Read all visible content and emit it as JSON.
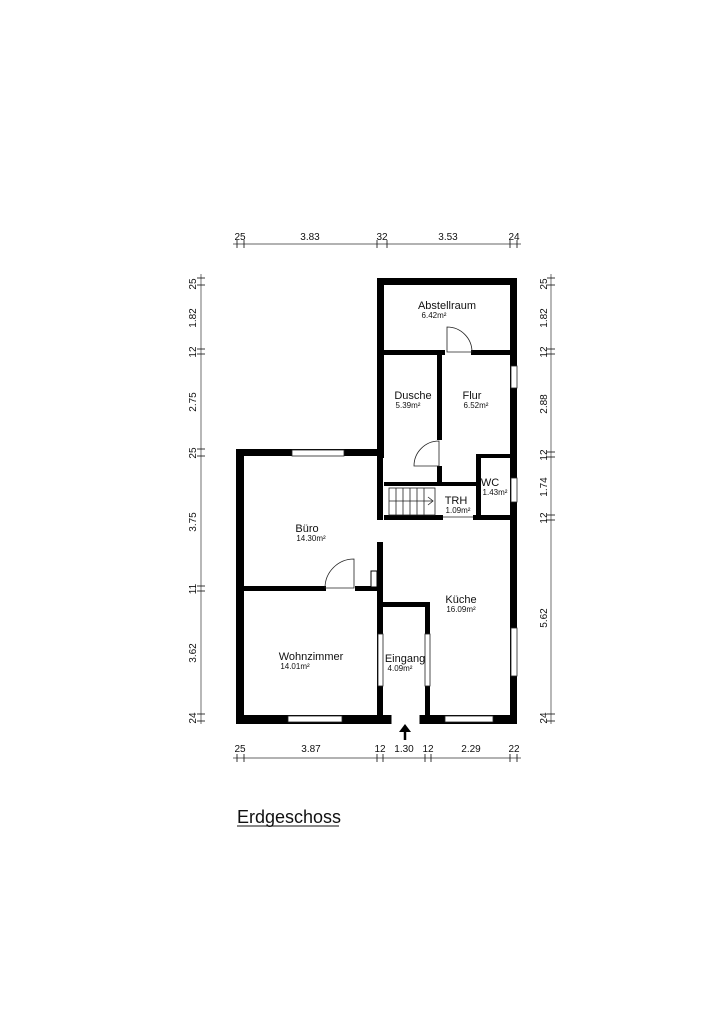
{
  "title": "Erdgeschoss",
  "rooms": [
    {
      "name": "Abstellraum",
      "area": "6.42m²"
    },
    {
      "name": "Dusche",
      "area": "5.39m²"
    },
    {
      "name": "Flur",
      "area": "6.52m²"
    },
    {
      "name": "WC",
      "area": "1.43m²"
    },
    {
      "name": "TRH",
      "area": "1.09m²"
    },
    {
      "name": "Büro",
      "area": "14.30m²"
    },
    {
      "name": "Küche",
      "area": "16.09m²"
    },
    {
      "name": "Eingang",
      "area": "4.09m²"
    },
    {
      "name": "Wohnzimmer",
      "area": "14.01m²"
    }
  ],
  "dimensions": {
    "top": [
      "25",
      "3.83",
      "32",
      "3.53",
      "24"
    ],
    "bottom": [
      "25",
      "3.87",
      "12",
      "1.30",
      "12",
      "2.29",
      "22"
    ],
    "left": [
      "25",
      "1.82",
      "12",
      "2.75",
      "25",
      "3.75",
      "11",
      "3.62",
      "24"
    ],
    "right": [
      "25",
      "1.82",
      "12",
      "2.88",
      "12",
      "1.74",
      "12",
      "5.62",
      "24"
    ]
  }
}
